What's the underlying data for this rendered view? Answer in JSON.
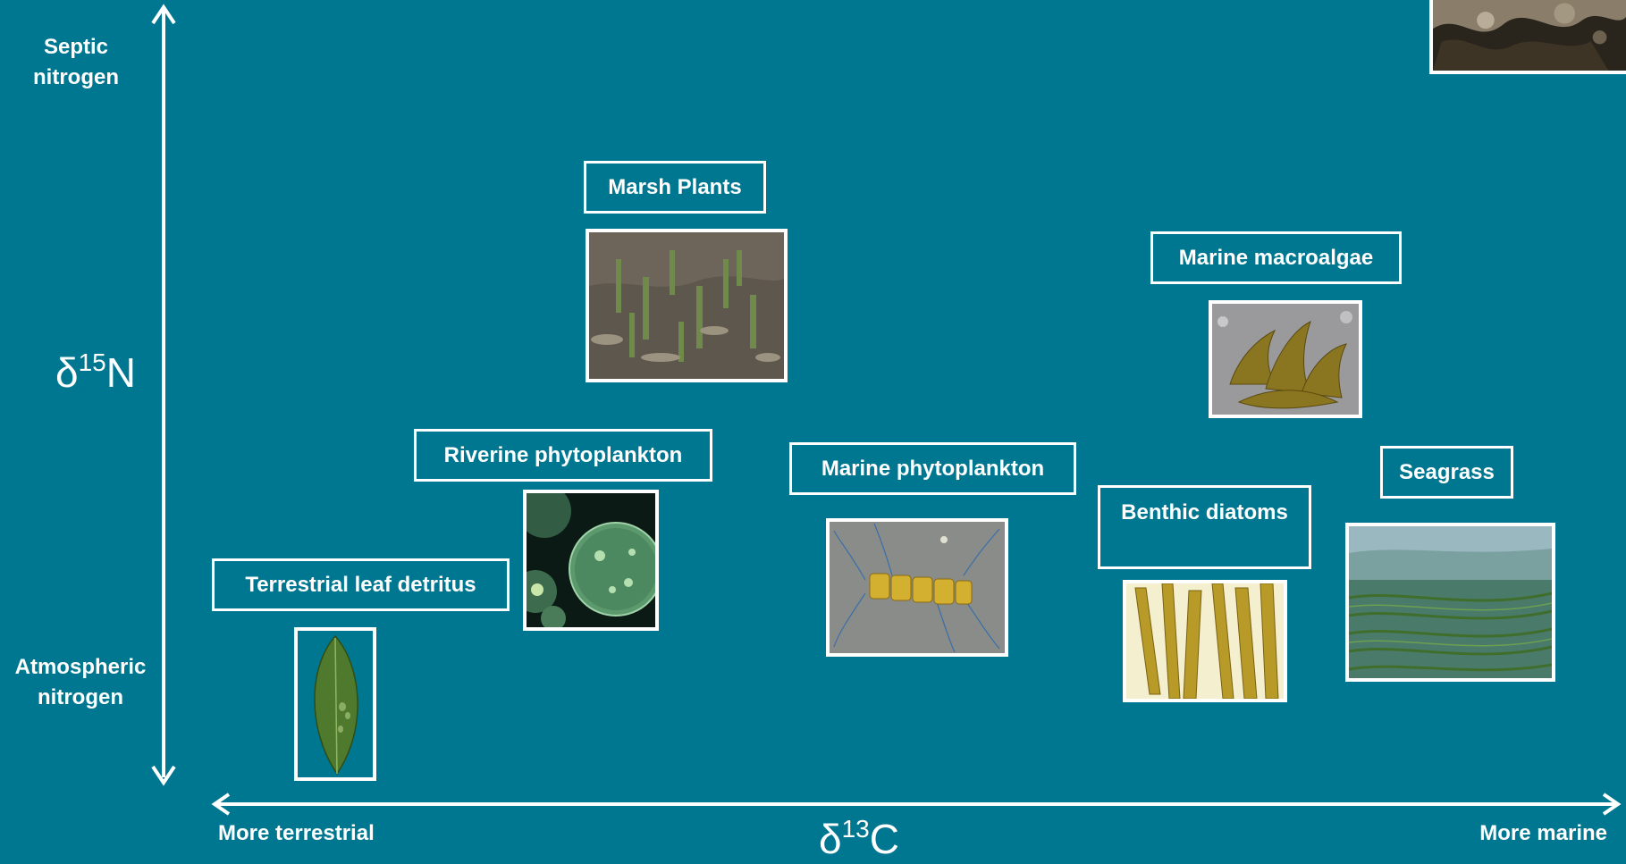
{
  "axes": {
    "y_top_label": "Septic\nnitrogen",
    "y_bottom_label": "Atmospheric\nnitrogen",
    "y_title": "δ15N",
    "y_title_base": "δ",
    "y_title_sup": "15",
    "y_title_sub": "N",
    "x_left_label": "More terrestrial",
    "x_right_label": "More marine",
    "x_title_base": "δ",
    "x_title_sup": "13",
    "x_title_sub": "C"
  },
  "sources": [
    {
      "key": "terrestrial",
      "label": "Terrestrial leaf detritus",
      "picture": "green-leaf"
    },
    {
      "key": "riverine",
      "label": "Riverine phytoplankton",
      "picture": "green-algae-colony"
    },
    {
      "key": "marsh",
      "label": "Marsh Plants",
      "picture": "marsh-plants"
    },
    {
      "key": "marine-phyto",
      "label": "Marine phytoplankton",
      "picture": "diatom-chain"
    },
    {
      "key": "benthic",
      "label": "Benthic diatoms",
      "picture": "benthic-diatom-filaments"
    },
    {
      "key": "macroalgae",
      "label": "Marine macroalgae",
      "picture": "brown-seaweed"
    },
    {
      "key": "seagrass",
      "label": "Seagrass",
      "picture": "seagrass-bed"
    }
  ],
  "colors": {
    "background": "#007790",
    "foreground": "#ffffff"
  }
}
